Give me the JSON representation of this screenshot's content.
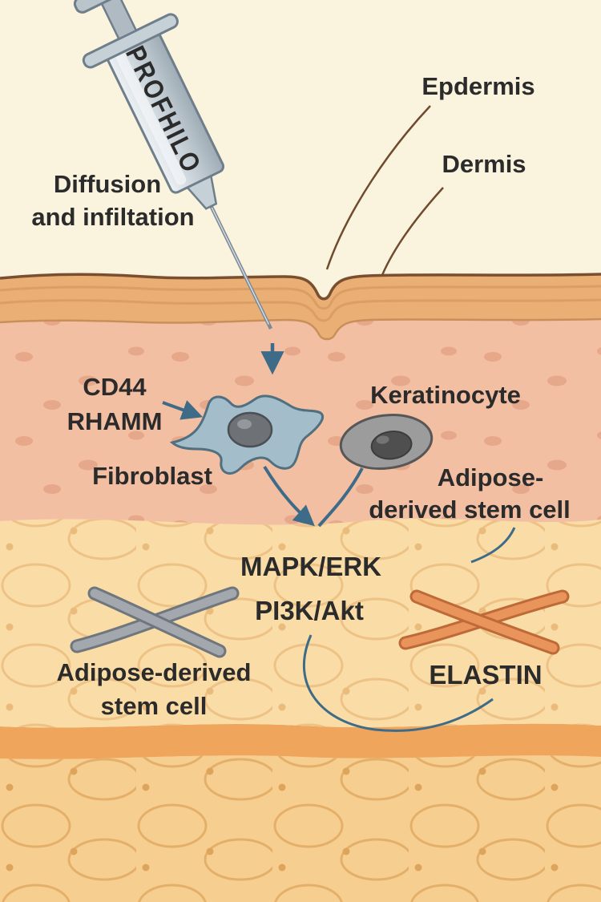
{
  "labels": {
    "brand": "PROFHILO",
    "diffusion_1": "Diffusion",
    "diffusion_2": "and infiltation",
    "epidermis": "Epdermis",
    "dermis": "Dermis",
    "cd44": "CD44",
    "rhamm": "RHAMM",
    "keratinocyte": "Keratinocyte",
    "fibroblast": "Fibroblast",
    "adipose_right_1": "Adipose-",
    "adipose_right_2": "derived stem cell",
    "mapk_erk": "MAPK/ERK",
    "pi3k_akt": "PI3K/Akt",
    "adipose_left_1": "Adipose-derived",
    "adipose_left_2": "stem cell",
    "elastin": "ELASTIN"
  },
  "colors": {
    "background": "#FAF3DE",
    "epidermis": "#E9AF74",
    "epidermis_outline": "#7A4F30",
    "dermis": "#F3BFA2",
    "fat": "#F9DCA6",
    "band": "#EFA55C",
    "deep_layer": "#F6CE90",
    "arrow_blue": "#3E6B88",
    "pointer_brown": "#6F4A2E",
    "fibroblast_fill": "#A3BECA",
    "keratinocyte_fill": "#9C9C9C",
    "stem_fiber": "#A2A8AE",
    "elastin_fiber": "#E9945B",
    "text": "#2B2B2B"
  }
}
